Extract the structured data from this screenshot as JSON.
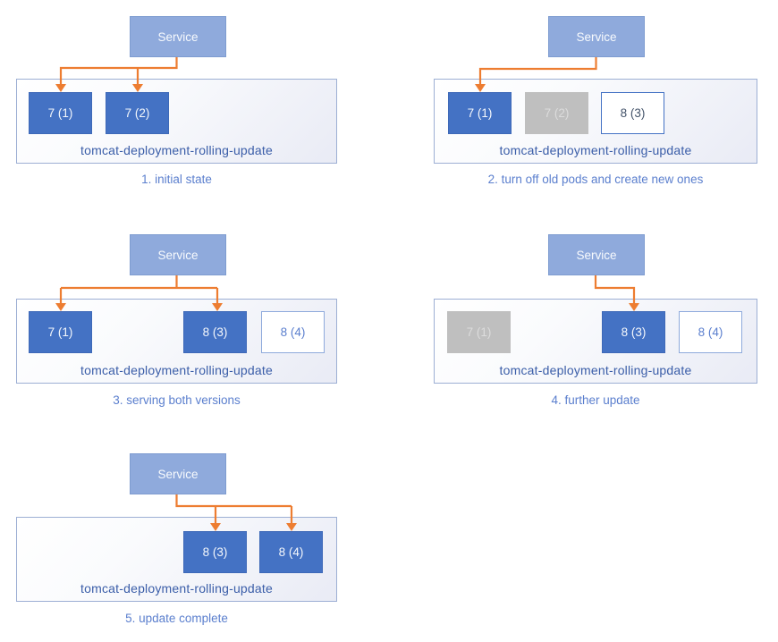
{
  "colors": {
    "service_fill": "#8FAADC",
    "pod_active_fill": "#4472C4",
    "pod_inactive_fill": "#BFBFBF",
    "pod_new_border": "#8FAADC",
    "arrow": "#ED7D31",
    "deployment_border": "#9DAFD4",
    "deployment_label_text": "#3A5DA8",
    "caption_text": "#5B7FCE"
  },
  "service_label": "Service",
  "deployment_label": "tomcat-deployment-rolling-update",
  "panels": [
    {
      "caption": "1. initial state",
      "pods": [
        {
          "label": "7 (1)",
          "state": "running"
        },
        {
          "label": "7 (2)",
          "state": "running"
        }
      ]
    },
    {
      "caption": "2. turn off old pods and create new ones",
      "pods": [
        {
          "label": "7 (1)",
          "state": "running"
        },
        {
          "label": "7 (2)",
          "state": "stopped"
        },
        {
          "label": "8 (3)",
          "state": "new"
        }
      ]
    },
    {
      "caption": "3. serving both versions",
      "pods": [
        {
          "label": "7 (1)",
          "state": "running"
        },
        {
          "label": "8 (3)",
          "state": "running"
        },
        {
          "label": "8 (4)",
          "state": "new"
        }
      ]
    },
    {
      "caption": "4. further update",
      "pods": [
        {
          "label": "7 (1)",
          "state": "stopped"
        },
        {
          "label": "8 (3)",
          "state": "running"
        },
        {
          "label": "8 (4)",
          "state": "new"
        }
      ]
    },
    {
      "caption": "5. update complete",
      "pods": [
        {
          "label": "8 (3)",
          "state": "running"
        },
        {
          "label": "8 (4)",
          "state": "running"
        }
      ]
    }
  ]
}
